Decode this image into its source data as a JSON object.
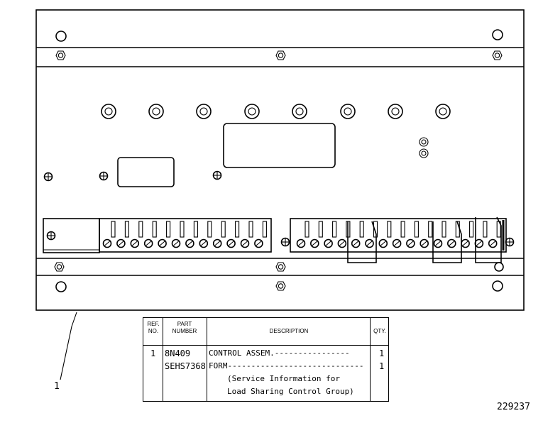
{
  "callout": {
    "label": "1"
  },
  "table": {
    "headers": {
      "ref_no": "REF. NO.",
      "part_number": "PART NUMBER",
      "description": "DESCRIPTION",
      "qty": "QTY."
    },
    "rows": [
      {
        "ref": "1",
        "part": "8N409",
        "description": "CONTROL ASSEM.----------------",
        "qty": "1"
      },
      {
        "ref": "",
        "part": "SEHS7368",
        "description": "FORM-----------------------------",
        "qty": "1"
      }
    ],
    "notes": [
      "(Service Information for",
      "Load Sharing Control Group)"
    ]
  },
  "figure_number": "229237"
}
